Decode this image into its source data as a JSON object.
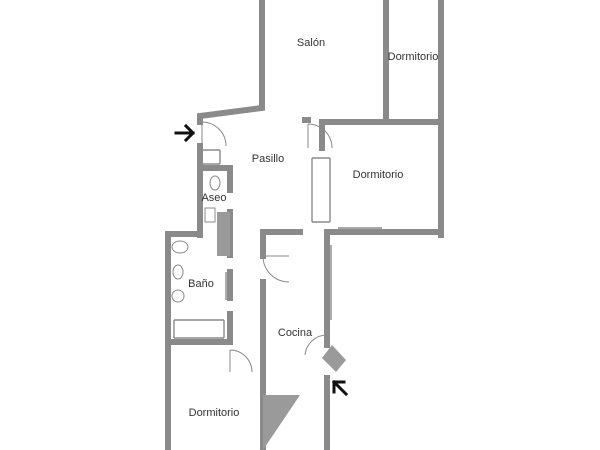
{
  "rooms": {
    "salon": "Salón",
    "dormitorio_1": "Dormitorio",
    "dormitorio_2": "Dormitorio",
    "pasillo": "Pasillo",
    "aseo": "Aseo",
    "bano": "Baño",
    "cocina": "Cocina",
    "dormitorio_3": "Dormitorio"
  },
  "colors": {
    "wall": "#8a8a8a",
    "arrow": "#111111",
    "background": "#ffffff"
  },
  "icons": [
    "entrance-arrow-icon",
    "kitchen-arrow-icon"
  ]
}
